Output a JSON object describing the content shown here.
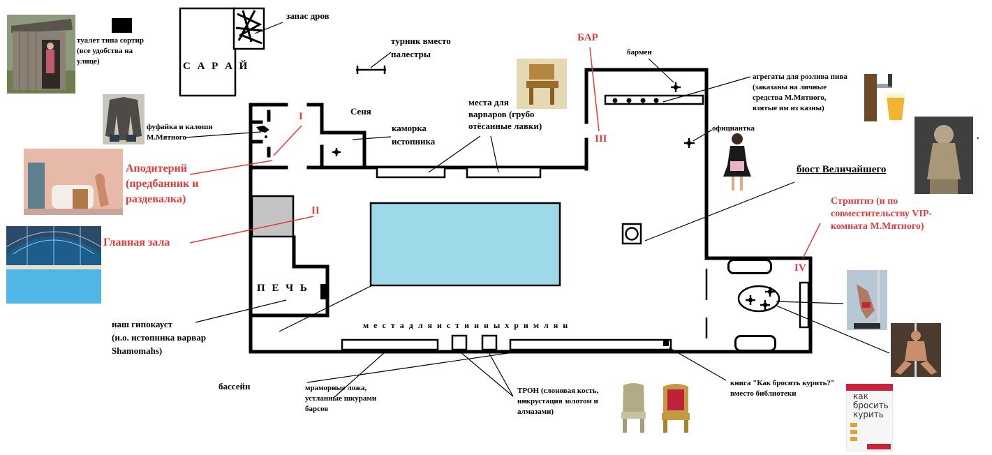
{
  "labels": {
    "toilet": "туалет типа сортир\n(все удобства на\nулице)",
    "firewood": "запас дров",
    "shed": "С А Р А Й",
    "bar_pole": "турник вместо\nпалестры",
    "bar": "БАР",
    "bartender": "бармен",
    "beer_taps": "агрегаты для розлива пива\n(заказаны на личные\nсредства М.Мятного,\nвзятые им из казны)",
    "jacket": "фуфайка и калоши\nМ.Мятного",
    "senya": "Сеня",
    "stoker_room": "каморка\nистопника",
    "barbarian_seats": "места для\nварваров (грубо\nотёсанные лавки)",
    "waitress": "официантка",
    "bust": "бюст Величайшего",
    "apoditerium": "Аподитерий\n(предбанник и\nраздевалка)",
    "main_hall": "Главная зала",
    "striptease": "Стриптиз (и по\nсовместительству VIP-\nкомната М.Мятного)",
    "stove": "П Е Ч Ь",
    "hypocaust": "наш гипокауст\n(и.о. истопника варвар\nShamomahs)",
    "roman_seats": "м е с т а   д л я   и с т и н н ы х   р и м л я н",
    "pool": "бассейн",
    "marble_beds": "мраморные ложа,\nустланные шкурами\nбарсов",
    "throne": "ТРОН (слоновая кость,\nинкрустация золотом и\nалмазами)",
    "book": "книга \"Как бросить курить?\"\nвместо библиотеки",
    "book_cover": "как\nбросить\nкурить",
    "room_1": "I",
    "room_2": "II",
    "room_3": "III",
    "room_4": "IV",
    "dot": "."
  },
  "colors": {
    "pool": "#9ed9ea",
    "red": "#e03a3a",
    "wall": "#000000",
    "grey_block": "#c4c4c4"
  },
  "icons": {
    "person_marker": "cross-plus-icon",
    "bust_base": "circle-in-square-icon"
  }
}
